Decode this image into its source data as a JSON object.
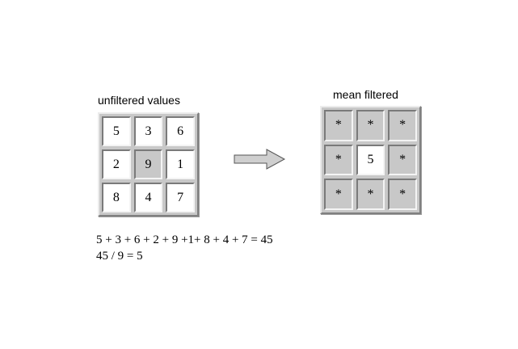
{
  "left_panel": {
    "title": "unfiltered values",
    "cells": [
      "5",
      "3",
      "6",
      "2",
      "9",
      "1",
      "8",
      "4",
      "7"
    ],
    "highlight_index": 4
  },
  "right_panel": {
    "title": "mean filtered",
    "cells": [
      "*",
      "*",
      "*",
      "*",
      "5",
      "*",
      "*",
      "*",
      "*"
    ],
    "highlight_index": 4
  },
  "formula": {
    "line1": "5 + 3 + 6 + 2 + 9 +1+ 8 + 4 + 7 = 45",
    "line2": "45 / 9 = 5"
  },
  "arrow_icon": "right-arrow-icon"
}
